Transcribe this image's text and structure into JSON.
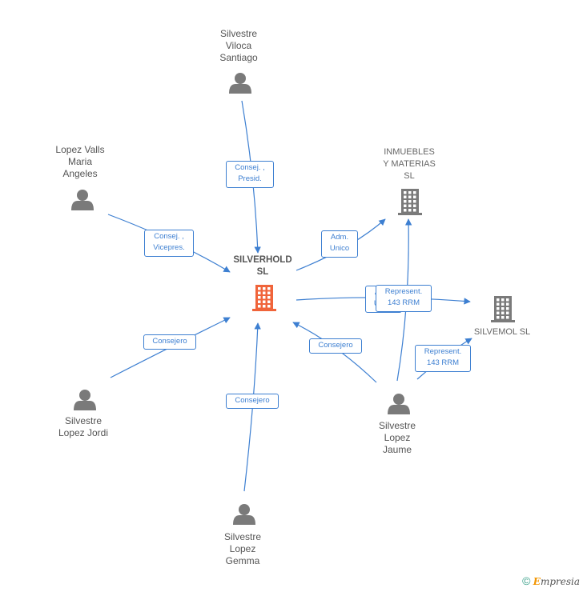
{
  "nodes": {
    "silverhold": {
      "label": "SILVERHOLD\nSL",
      "kind": "company-main"
    },
    "inmuebles": {
      "label": "INMUEBLES\nY MATERIAS\nSL",
      "kind": "company"
    },
    "silvemol": {
      "label": "SILVEMOL  SL",
      "kind": "company"
    },
    "viloca": {
      "label": "Silvestre\nViloca\nSantiago",
      "kind": "person"
    },
    "lopez_valls": {
      "label": "Lopez Valls\nMaria\nAngeles",
      "kind": "person"
    },
    "jordi": {
      "label": "Silvestre\nLopez Jordi",
      "kind": "person"
    },
    "gemma": {
      "label": "Silvestre\nLopez\nGemma",
      "kind": "person"
    },
    "jaume": {
      "label": "Silvestre\nLopez\nJaume",
      "kind": "person"
    }
  },
  "edges": [
    {
      "from": "viloca",
      "to": "silverhold",
      "label": "Consej. ,\nPresid."
    },
    {
      "from": "lopez_valls",
      "to": "silverhold",
      "label": "Consej. ,\nVicepres."
    },
    {
      "from": "jordi",
      "to": "silverhold",
      "label": "Consejero"
    },
    {
      "from": "gemma",
      "to": "silverhold",
      "label": "Consejero"
    },
    {
      "from": "jaume",
      "to": "silverhold",
      "label": "Consejero"
    },
    {
      "from": "silverhold",
      "to": "inmuebles",
      "label": "Adm.\nUnico"
    },
    {
      "from": "silverhold",
      "to": "silvemol",
      "label": "Adm.\nUnico"
    },
    {
      "from": "jaume",
      "to": "inmuebles",
      "label": "Represent.\n143 RRM"
    },
    {
      "from": "jaume",
      "to": "silvemol",
      "label": "Represent.\n143 RRM"
    }
  ],
  "colors": {
    "edge": "#3d7fd1",
    "main_company": "#f0643a",
    "company": "#7a7a7a",
    "person": "#7a7a7a"
  },
  "footer": {
    "copyright_symbol": "©",
    "brand_first": "E",
    "brand_rest": "mpresia"
  }
}
